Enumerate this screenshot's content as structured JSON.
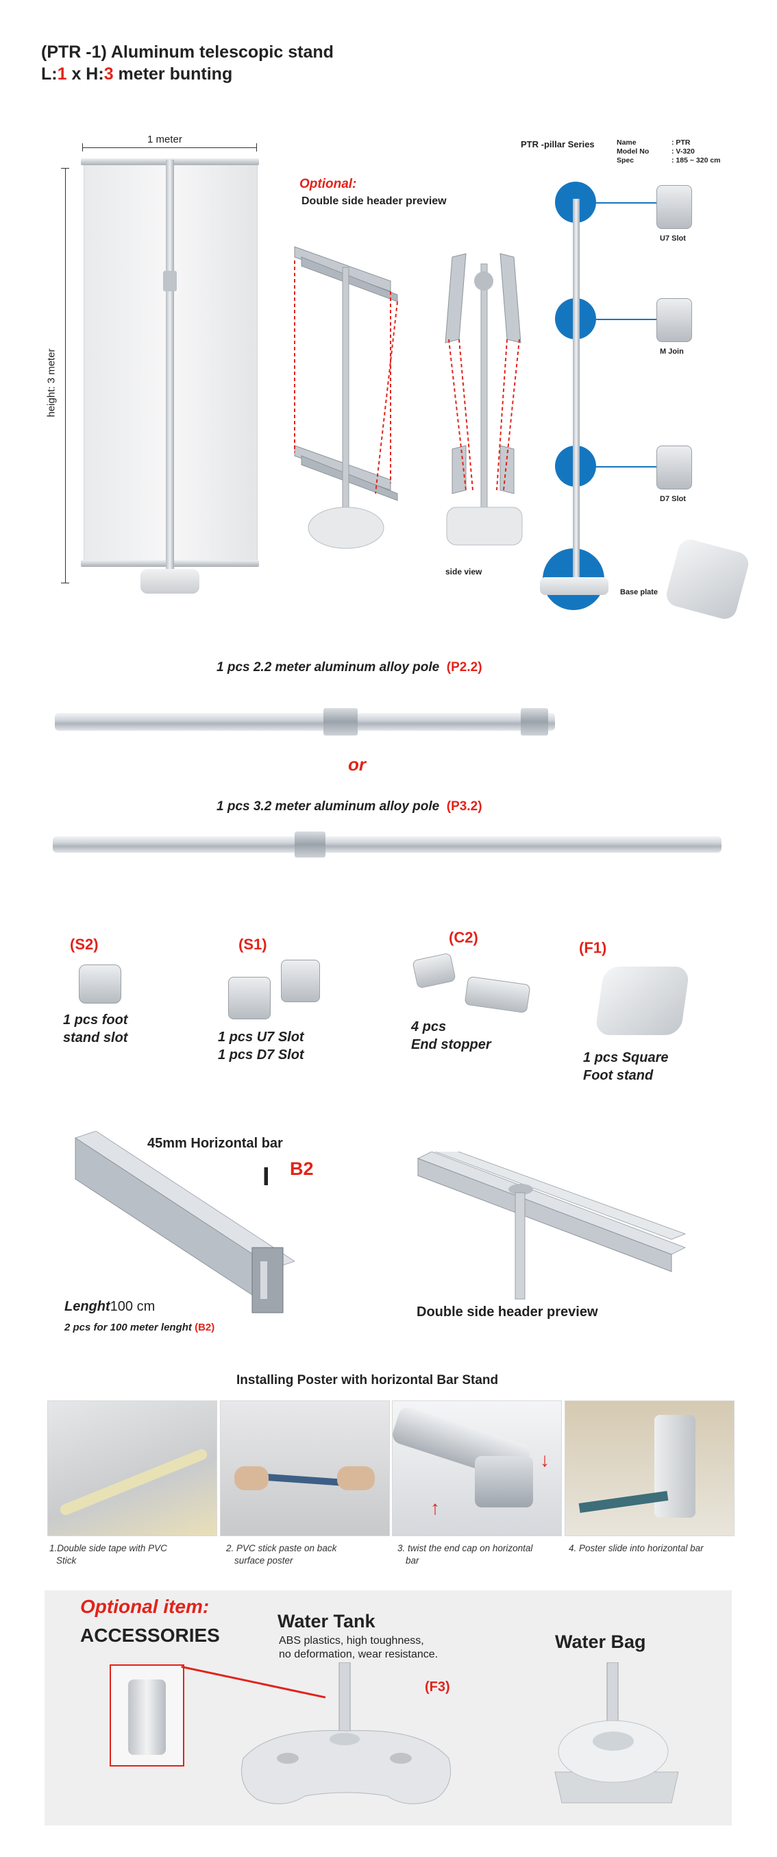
{
  "header": {
    "title_line1": "(PTR -1) Aluminum telescopic stand",
    "line2_prefix": "L:",
    "line2_l_value": "1",
    "line2_mid": " x H:",
    "line2_h_value": "3",
    "line2_suffix": " meter bunting"
  },
  "overview": {
    "width_label": "1 meter",
    "height_label": "height: 3 meter",
    "optional_label": "Optional:",
    "optional_desc": "Double side header preview",
    "side_view_label": "side view"
  },
  "pillar_series": {
    "title": "PTR -pillar Series",
    "specs": [
      {
        "key": "Name",
        "value": ": PTR"
      },
      {
        "key": "Model No",
        "value": ": V-320"
      },
      {
        "key": "Spec",
        "value": ": 185 ~ 320 cm"
      }
    ],
    "parts": [
      "U7 Slot",
      "M Join",
      "D7 Slot",
      "Base plate"
    ]
  },
  "poles": {
    "pole1_label": "1 pcs 2.2 meter aluminum alloy pole",
    "pole1_code": "(P2.2)",
    "or_label": "or",
    "pole2_label": "1 pcs 3.2 meter aluminum alloy pole",
    "pole2_code": "(P3.2)"
  },
  "components": [
    {
      "code": "(S2)",
      "desc_line1": "1 pcs foot",
      "desc_line2": "stand slot"
    },
    {
      "code": "(S1)",
      "desc_line1": "1 pcs U7 Slot",
      "desc_line2": "1 pcs D7 Slot"
    },
    {
      "code": "(C2)",
      "desc_line1": "4 pcs",
      "desc_line2": "End stopper"
    },
    {
      "code": "(F1)",
      "desc_line1": "1 pcs Square",
      "desc_line2": "Foot stand"
    }
  ],
  "horizontal_bar": {
    "title": "45mm Horizontal bar",
    "code": "B2",
    "length_label": "Lenght",
    "length_value": "100 cm",
    "qty_note": "2 pcs for 100 meter lenght",
    "qty_code": "(B2)",
    "preview_label": "Double side header preview"
  },
  "install": {
    "title": "Installing Poster with horizontal Bar Stand",
    "steps": [
      {
        "line1": "1.Double side tape with PVC",
        "line2": "Stick"
      },
      {
        "line1": "2. PVC stick paste on back",
        "line2": "surface poster"
      },
      {
        "line1": "3. twist the end cap on horizontal",
        "line2": "bar"
      },
      {
        "line1": "4. Poster slide into horizontal bar",
        "line2": ""
      }
    ]
  },
  "accessories": {
    "optional_label": "Optional item:",
    "title": "ACCESSORIES",
    "water_tank_title": "Water Tank",
    "water_tank_desc1": "ABS plastics, high toughness,",
    "water_tank_desc2": "no deformation, wear resistance.",
    "water_tank_code": "(F3)",
    "water_bag_title": "Water Bag"
  },
  "colors": {
    "accent_red": "#e2231a",
    "accent_blue": "#1576c0",
    "panel_gray": "#efefef"
  }
}
